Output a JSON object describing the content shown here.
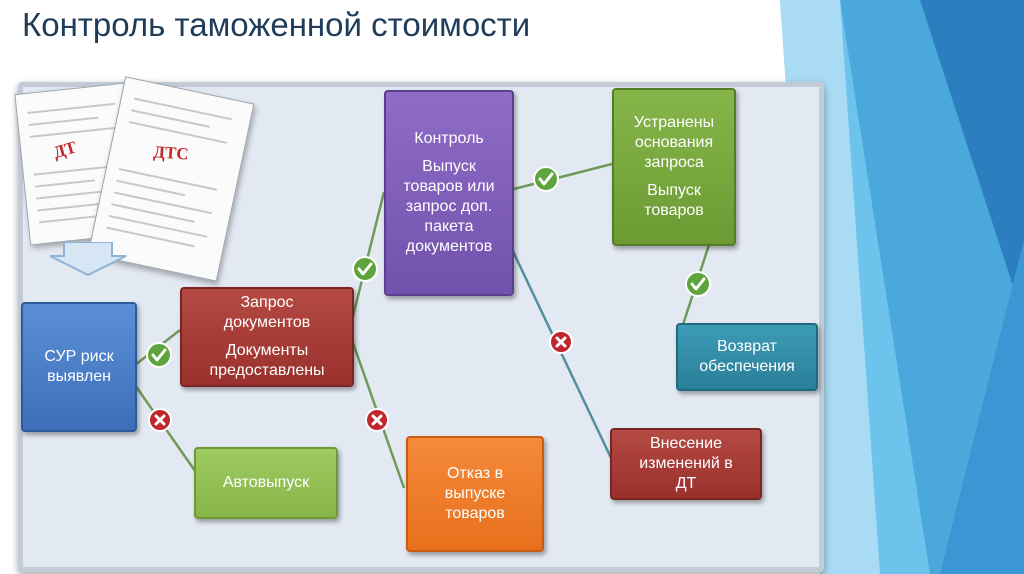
{
  "slide": {
    "title": "Контроль таможенной стоимости",
    "accent_colors": {
      "background_blue": "#5bb8e6",
      "title": "#1f3c5a"
    }
  },
  "documents": [
    {
      "stamp": "ДТ"
    },
    {
      "stamp": "ДТС"
    }
  ],
  "boxes": {
    "sur": {
      "lines": [
        "СУР риск",
        "выявлен"
      ]
    },
    "request": {
      "lines1": [
        "Запрос",
        "документов"
      ],
      "lines2": [
        "Документы",
        "предоставлены"
      ]
    },
    "auto": {
      "lines": [
        "Автовыпуск"
      ]
    },
    "control": {
      "lines1": [
        "Контроль"
      ],
      "lines2": [
        "Выпуск",
        "товаров или",
        "запрос доп.",
        "пакета",
        "документов"
      ]
    },
    "refusal": {
      "lines": [
        "Отказ в",
        "выпуске",
        "товаров"
      ]
    },
    "eliminated": {
      "lines1": [
        "Устранены",
        "основания",
        "запроса"
      ],
      "lines2": [
        "Выпуск",
        "товаров"
      ]
    },
    "changes": {
      "lines": [
        "Внесение",
        "изменений в",
        "ДТ"
      ]
    },
    "return": {
      "lines": [
        "Возврат",
        "обеспечения"
      ]
    }
  },
  "icons": {
    "check": "check-circle-icon",
    "cross": "cross-circle-icon",
    "arrow": "down-arrow-icon"
  }
}
